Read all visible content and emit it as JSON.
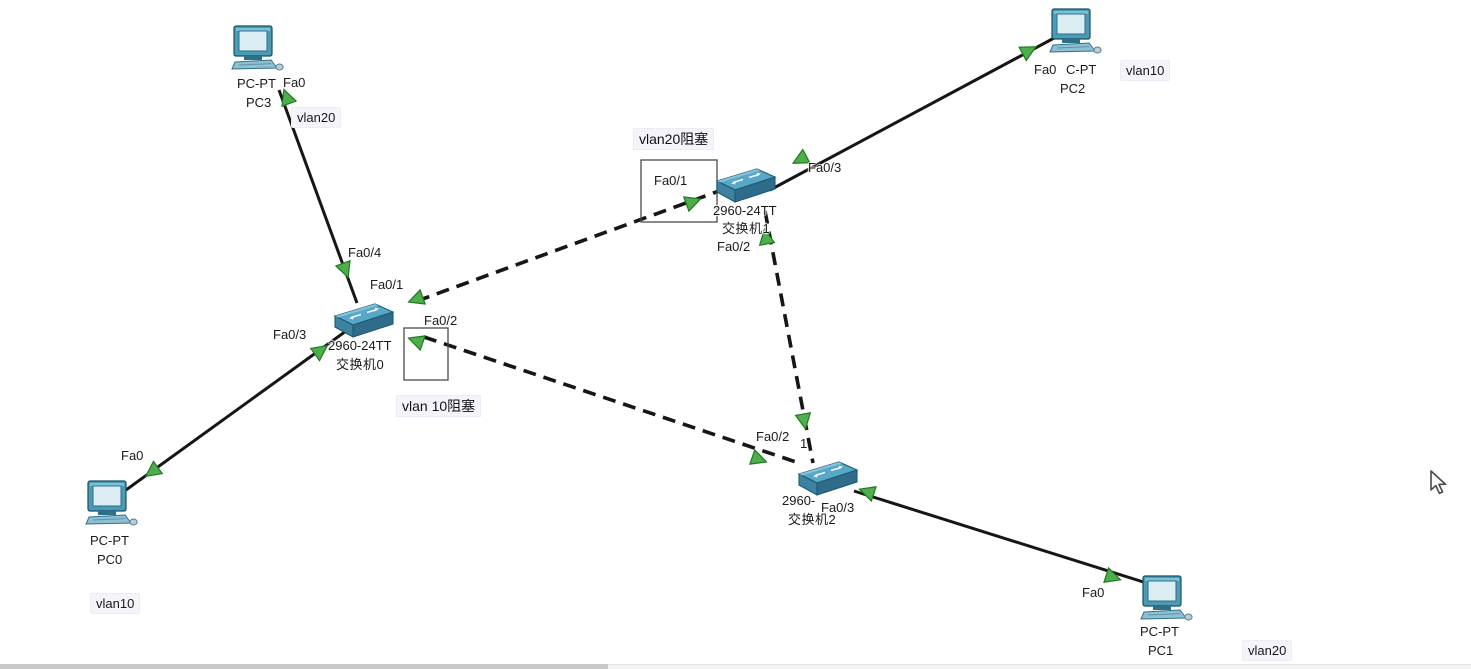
{
  "app": {
    "view": "packet-tracer-logical-workspace"
  },
  "devices": {
    "pc0": {
      "model": "PC-PT",
      "name": "PC0"
    },
    "pc1": {
      "model": "PC-PT",
      "name": "PC1"
    },
    "pc2": {
      "model": "C-PT",
      "name": "PC2"
    },
    "pc3": {
      "model": "PC-PT",
      "name": "PC3"
    },
    "sw0": {
      "model": "2960-24TT",
      "name": "交换机0"
    },
    "sw1": {
      "model": "2960-24TT",
      "name": "交换机1"
    },
    "sw2": {
      "model": "2960-",
      "name": "交换机2"
    }
  },
  "ports": {
    "pc0": "Fa0",
    "pc1": "Fa0",
    "pc2": "Fa0",
    "pc3": "Fa0",
    "sw0_fa01": "Fa0/1",
    "sw0_fa02": "Fa0/2",
    "sw0_fa03": "Fa0/3",
    "sw0_fa04": "Fa0/4",
    "sw1_fa01": "Fa0/1",
    "sw1_fa02": "Fa0/2",
    "sw1_fa03": "Fa0/3",
    "sw2_fa02": "Fa0/2",
    "sw2_fa01_partial": "1",
    "sw2_fa03": "Fa0/3"
  },
  "notes": {
    "pc3_vlan": "vlan20",
    "pc2_vlan": "vlan10",
    "pc0_vlan": "vlan10",
    "pc1_vlan": "vlan20",
    "sw1_block": "vlan20阻塞",
    "sw0_block": "vlan 10阻塞"
  },
  "links": [
    {
      "from": "PC3 Fa0",
      "to": "交换机0 Fa0/4",
      "style": "solid"
    },
    {
      "from": "PC0 Fa0",
      "to": "交换机0 Fa0/3",
      "style": "solid"
    },
    {
      "from": "PC2 Fa0",
      "to": "交换机1 Fa0/3",
      "style": "solid"
    },
    {
      "from": "PC1 Fa0",
      "to": "交换机2 Fa0/3",
      "style": "solid"
    },
    {
      "from": "交换机0 Fa0/1",
      "to": "交换机1 Fa0/1",
      "style": "dashed"
    },
    {
      "from": "交换机0 Fa0/2",
      "to": "交换机2 Fa0/2",
      "style": "dashed"
    },
    {
      "from": "交换机1 Fa0/2",
      "to": "交换机2",
      "style": "dashed"
    }
  ],
  "colors": {
    "link": "#161616",
    "status_arrow_green": "#4fae4c",
    "switch_top": "#58a7c8",
    "switch_front": "#3f81a1",
    "switch_side": "#2f6b8a",
    "pc_frame": "#4c9ab4",
    "pc_screen": "#dceef4",
    "note_bg": "#f4f4fa"
  }
}
